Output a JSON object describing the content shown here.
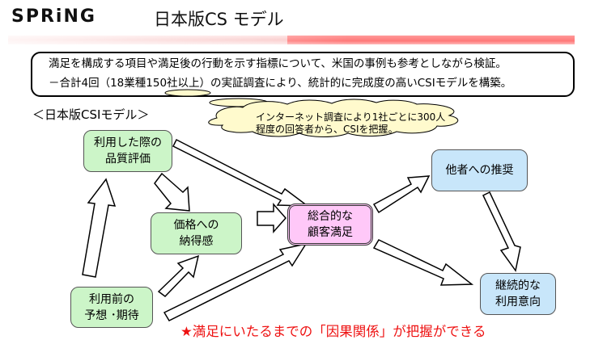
{
  "header": {
    "logo": "SPRiNG",
    "title": "日本版CS モデル",
    "accent_color": "#ff7878"
  },
  "intro": {
    "line1": "満足を構成する項目や満足後の行動を示す指標について、米国の事例も参考としながら検証。",
    "line2": "－合計4回（18業種150社以上）の実証調査により、統計的に完成度の高いCSIモデルを構築。"
  },
  "model_label": "＜日本版CSIモデル＞",
  "cloud": {
    "line1": "インターネット調査により1社ごとに300人",
    "line2": "程度の回答者から、CSIを把握。"
  },
  "nodes": {
    "quality": {
      "line1": "利用した際の",
      "line2": "品質評価"
    },
    "price": {
      "line1": "価格への",
      "line2": "納得感"
    },
    "expectation": {
      "line1": "利用前の",
      "line2": "予想 ･期待"
    },
    "satisfaction": {
      "line1": "総合的な",
      "line2": "顧客満足"
    },
    "recommendation": {
      "line1": "他者への推奨"
    },
    "loyalty": {
      "line1": "継続的な",
      "line2": "利用意向"
    }
  },
  "colors": {
    "antecedent": "#ccf5c8",
    "satisfaction": "#ffc8f8",
    "outcome": "#c8e6fa",
    "cloud": "#fffacd",
    "conclusion": "#ee1111"
  },
  "conclusion": "★満足にいたるまでの「因果関係」が把握ができる"
}
